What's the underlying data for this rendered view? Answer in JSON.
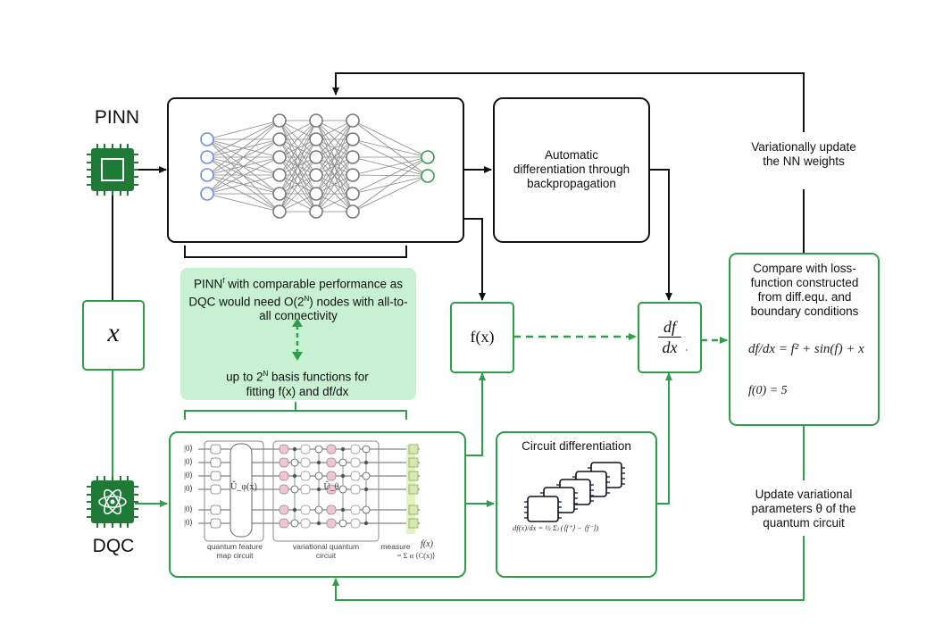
{
  "labels": {
    "pinn": "PINN",
    "dqc": "DQC",
    "x": "x",
    "auto_diff": "Automatic differentiation through backpropagation",
    "fx": "f(x)",
    "df_num": "df",
    "df_den": "dx",
    "var_update_nn": "Variationally update the NN weights",
    "compare_loss": "Compare with loss-function constructed from diff.equ. and boundary conditions",
    "update_params": "Update variational parameters θ of the quantum circuit",
    "circuit_diff": "Circuit differentiation",
    "pinn_note_1": "PINN",
    "pinn_note_sup": "f",
    "pinn_note_2": " with comparable performance as DQC would need O(2",
    "pinn_note_sup2": "N",
    "pinn_note_3": ") nodes with all-to-all connectivity",
    "basis_note_1": "up to 2",
    "basis_note_sup": "N",
    "basis_note_2": " basis functions for fitting f(x) and df/dx",
    "qfm_caption": "quantum feature map circuit",
    "vqc_caption": "variational quantum circuit",
    "measure_caption": "measure",
    "measure_fx": "f(x)",
    "measure_sum": "= Σ α ⟨C(x)⟩",
    "u_phi": "Û_φ(x)",
    "u_theta": "Û_θ",
    "ket0": "|0⟩",
    "eq_diff": "df/dx = f² + sin(f) + x",
    "eq_bc": "f(0) = 5",
    "eq_circuit": "df(x)/dx = ½ Σⱼ (⟨f⁺⟩ − ⟨f⁻⟩)"
  },
  "colors": {
    "green": "#2e9e48",
    "chip_green": "#1f7a38",
    "note_bg": "#c8f0d2",
    "node_blue": "#6f8fd8",
    "node_gray": "#777777",
    "node_green": "#2e9e48",
    "pink_gate": "#f4c2d6"
  },
  "icons": [
    "chip-icon",
    "atom-chip-icon",
    "circuit-cards-icon"
  ]
}
